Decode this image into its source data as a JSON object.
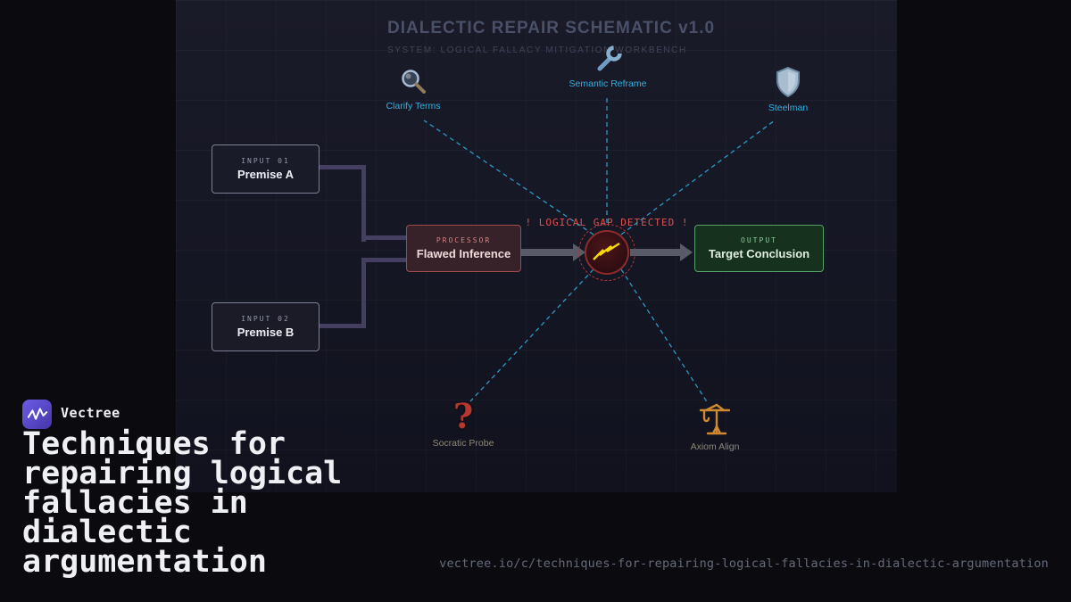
{
  "header": {
    "title": "DIALECTIC REPAIR SCHEMATIC v1.0",
    "subtitle": "SYSTEM: LOGICAL FALLACY MITIGATION WORKBENCH"
  },
  "flow": {
    "input1": {
      "tag": "INPUT 01",
      "label": "Premise A"
    },
    "input2": {
      "tag": "INPUT 02",
      "label": "Premise B"
    },
    "processor": {
      "tag": "PROCESSOR",
      "label": "Flawed Inference"
    },
    "output": {
      "tag": "OUTPUT",
      "label": "Target Conclusion"
    },
    "alert": "! LOGICAL GAP DETECTED !"
  },
  "techniques": [
    {
      "label": "Clarify Terms",
      "icon": "magnifier-icon"
    },
    {
      "label": "Semantic Reframe",
      "icon": "wrench-icon"
    },
    {
      "label": "Steelman",
      "icon": "shield-icon"
    },
    {
      "label": "Socratic Probe",
      "icon": "question-mark-icon",
      "icon_glyph": "?"
    },
    {
      "label": "Axiom Align",
      "icon": "crane-icon"
    }
  ],
  "branding": {
    "name": "Vectree",
    "heading": "Techniques for repairing logical fallacies in dialectic argumentation",
    "url": "vectree.io/c/techniques-for-repairing-logical-fallacies-in-dialectic-argumentation"
  },
  "colors": {
    "accent_cyan": "#2fb1e3",
    "alert_red": "#dd5252",
    "brand_purple": "#5b4fd0",
    "output_green": "#56a264",
    "processor_red": "#a14b4b",
    "connector_purple": "#443e61"
  }
}
